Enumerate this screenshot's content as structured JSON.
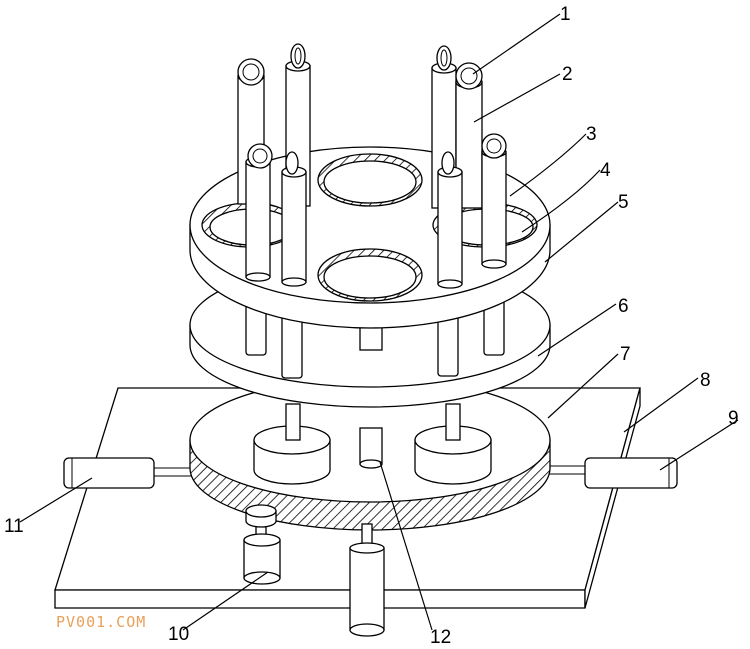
{
  "diagram": {
    "labels": [
      "1",
      "2",
      "3",
      "4",
      "5",
      "6",
      "7",
      "8",
      "9",
      "10",
      "11",
      "12"
    ],
    "watermark": "PV001.COM"
  },
  "colors": {
    "line": "#000000",
    "paper": "#ffffff",
    "watermark": "#e8a05a"
  }
}
